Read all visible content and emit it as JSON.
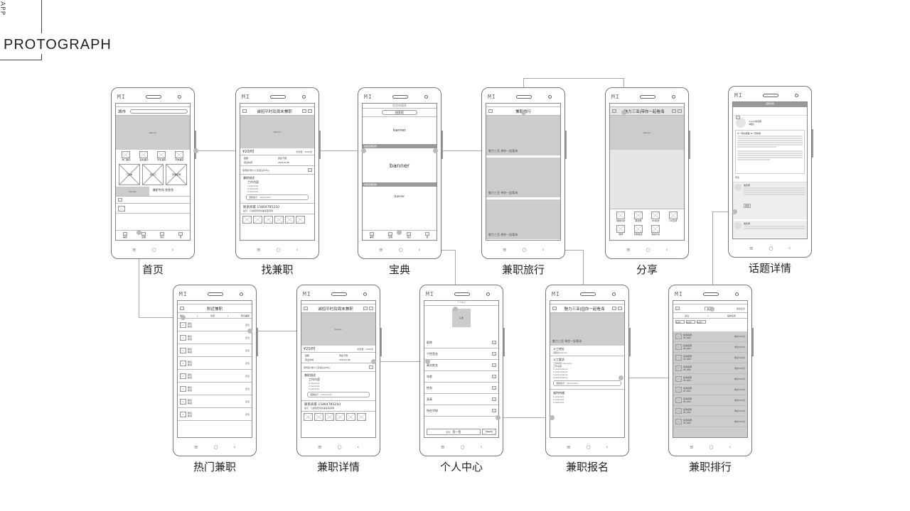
{
  "header": {
    "side_label": "APP",
    "title": "PROTOGRAPH"
  },
  "phone_chrome": {
    "brand": "MI",
    "nav": [
      "≡",
      "○",
      "‹"
    ]
  },
  "screens": [
    {
      "id": "home",
      "label": "首页",
      "search_city": "城市",
      "banner": "banner",
      "categories": [
        "热门兼职",
        "最新兼职",
        "附近兼职",
        "周末兼职"
      ],
      "big_tiles": [
        "门店单",
        "找实习",
        "家教招聘"
      ],
      "promo_banner": "banner",
      "promo_text": "兼职专场 急急急",
      "tabbar": [
        "兼职",
        "宝典",
        "消息",
        "我"
      ]
    },
    {
      "id": "find-job",
      "label": "找兼职",
      "title": "诚招平时及周末兼职",
      "banner": "banner",
      "wage": "¥20/时",
      "views": "浏览量：1000次",
      "tags": [
        "结账",
        "男女不限",
        "营业时间",
        "2016-6-28"
      ],
      "address": "紫荆园2楼少儿英语主办中心",
      "desc_title": "兼职描述",
      "work_title": "工作内容",
      "work_items": [
        "1 xxxxxxx",
        "2 xxxxxxx",
        "3 xxxxxxx"
      ],
      "note": "温馨提示：xxxxxxxxx",
      "contact": "联系商家 15864785210",
      "contact_note": "提示：凡收取费用的兼职需谨慎"
    },
    {
      "id": "guide",
      "label": "宝典",
      "status_title": "电池电量条",
      "search": "搜索框",
      "banner1": "banner",
      "section1": "技能宝典名称",
      "banner2": "banner",
      "section2": "技能宝典名称",
      "banner3": "banner",
      "tabbar": [
        "兼职",
        "宝典",
        "消息",
        "我"
      ]
    },
    {
      "id": "travel",
      "label": "兼职旅行",
      "title": "兼职旅行",
      "cards": [
        {
          "title": "魅力三亚 带你一起看海"
        },
        {
          "title": "魅力三亚 带你一起看海"
        },
        {
          "title": "魅力三亚 带你一起看海"
        }
      ]
    },
    {
      "id": "share",
      "label": "分享",
      "title": "魅力三亚|带你一起看海",
      "banner": "banner",
      "share_targets": [
        "微信好友",
        "朋友圈",
        "QQ好友",
        "QQ空间",
        "微博",
        "复制链接",
        "我的好友"
      ]
    },
    {
      "id": "topic",
      "label": "话题详情",
      "status_title": "话题详情",
      "topic_user": "人从众的话题",
      "topic_sub": "4楼表",
      "post_title": "#一周的旅程 #一周的旅",
      "comment_author": "发表者",
      "comments_header": "评论",
      "reply": "回复"
    },
    {
      "id": "hot",
      "label": "热门兼职",
      "title": "附近兼职",
      "filters": [
        "岗位",
        "位置",
        "附近兼职"
      ],
      "items": [
        {
          "name": "职位",
          "sub": "薪资",
          "right": "定位"
        },
        {
          "name": "职位",
          "sub": "薪资",
          "right": "定位"
        },
        {
          "name": "职位",
          "sub": "薪资",
          "right": "定位"
        },
        {
          "name": "职位",
          "sub": "薪资",
          "right": "定位"
        },
        {
          "name": "职位",
          "sub": "薪资",
          "right": "定位"
        },
        {
          "name": "职位",
          "sub": "薪资",
          "right": "定位"
        },
        {
          "name": "职位",
          "sub": "薪资",
          "right": "定位"
        },
        {
          "name": "职位",
          "sub": "薪资",
          "right": "定位"
        }
      ]
    },
    {
      "id": "detail",
      "label": "兼职详情",
      "title": "诚招平时及周末兼职",
      "banner": "banner",
      "wage": "¥20/时",
      "views": "浏览量：1000次",
      "tags": [
        "结账",
        "男女不限",
        "营业时间",
        "2016-6-28"
      ],
      "address": "紫荆园2楼少儿英语主办中心",
      "desc_title": "兼职描述",
      "work_title": "工作内容",
      "work_items": [
        "1 xxxxxxx",
        "2 xxxxxxx",
        "3 xxxxxxx"
      ],
      "note": "温馨提示：xxxxxxxxx",
      "contact": "联系商家 15864785210",
      "contact_note": "提示：凡收取费用的兼职需谨慎"
    },
    {
      "id": "profile",
      "label": "个人中心",
      "status_title": "个人中心",
      "avatar": "头像",
      "fields": [
        "昵称",
        "个性签名",
        "真实姓名",
        "年龄",
        "性别",
        "身高",
        "所在学校"
      ],
      "action": "签一签",
      "left_btn": "积分",
      "right_btn": "Rewrite"
    },
    {
      "id": "signup",
      "label": "兼职报名",
      "title": "魅力三亚|带你一起看海",
      "banner_caption": "魅力三亚 带你一起看海",
      "addr_title": "义工地址",
      "addr": "海南省xxxxxx",
      "req_title": "义工要求",
      "req_time": "工作时间 xxx-xxxx",
      "req_content": "工作内容",
      "req_items": [
        "1.xxxxxxxxxx",
        "2.xxxxxxxxxx",
        "3.xxxxxxxxxx",
        "4.xxxxxxxxxx"
      ],
      "note": "温馨提示：xxxxxxxxx",
      "welfare_title": "福利待遇",
      "welfare": [
        "1.xxxxxxx",
        "2.xxxxxxx",
        "3.xxxxxxx"
      ]
    },
    {
      "id": "rank",
      "label": "兼职排行",
      "title": "门店",
      "right_link": "我的任务",
      "filters": [
        "关注",
        "最新任务"
      ],
      "chips": [
        "标签1",
        "标签2",
        "标签3"
      ],
      "items": [
        {
          "name": "任务名称",
          "price": "¥1,000",
          "right": "剩余500次"
        },
        {
          "name": "任务名称",
          "price": "¥1,000",
          "right": "剩余500次"
        },
        {
          "name": "任务名称",
          "price": "¥1,000",
          "right": "剩余500次"
        },
        {
          "name": "任务名称",
          "price": "¥1,000",
          "right": "剩余500次"
        },
        {
          "name": "任务名称",
          "price": "¥1,000",
          "right": "剩余500次"
        },
        {
          "name": "任务名称",
          "price": "¥1,000",
          "right": "剩余500次"
        },
        {
          "name": "任务名称",
          "price": "¥1,000",
          "right": "剩余500次"
        },
        {
          "name": "任务名称",
          "price": "¥1,000",
          "right": "剩余500次"
        },
        {
          "name": "任务名称",
          "price": "¥1,000",
          "right": "剩余500次"
        }
      ]
    }
  ]
}
